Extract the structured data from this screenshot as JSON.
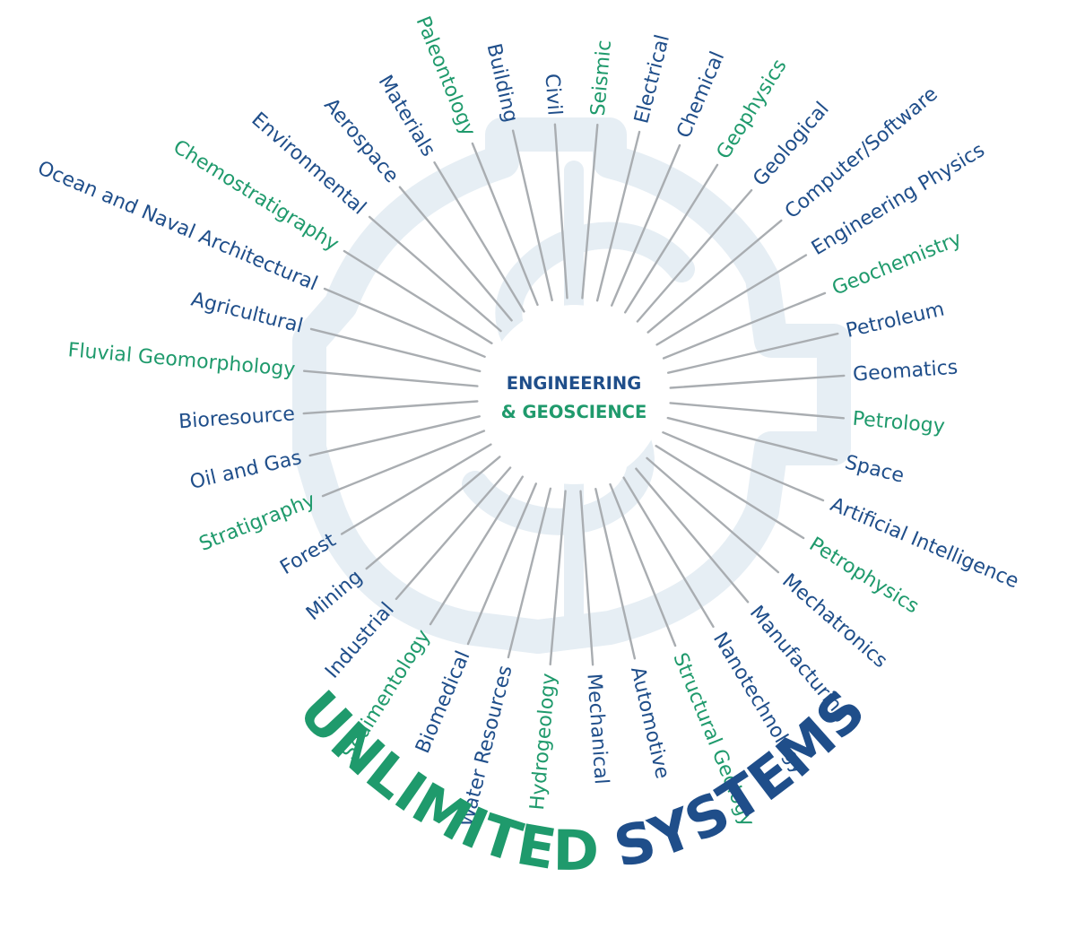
{
  "colors": {
    "engineering": "#1f4e8a",
    "geoscience": "#1f9a6c",
    "watermark": "#e6eef4",
    "spoke": "#a9adb1"
  },
  "center": {
    "line1": "ENGINEERING",
    "line2": "& GEOSCIENCE"
  },
  "title": {
    "word1": "UNLIMITED",
    "word2": "SYSTEMS"
  },
  "disciplines": [
    {
      "label": "Civil",
      "kind": "engineering"
    },
    {
      "label": "Seismic",
      "kind": "geoscience"
    },
    {
      "label": "Electrical",
      "kind": "engineering"
    },
    {
      "label": "Chemical",
      "kind": "engineering"
    },
    {
      "label": "Geophysics",
      "kind": "geoscience"
    },
    {
      "label": "Geological",
      "kind": "engineering"
    },
    {
      "label": "Computer/Software",
      "kind": "engineering"
    },
    {
      "label": "Engineering Physics",
      "kind": "engineering"
    },
    {
      "label": "Geochemistry",
      "kind": "geoscience"
    },
    {
      "label": "Petroleum",
      "kind": "engineering"
    },
    {
      "label": "Geomatics",
      "kind": "engineering"
    },
    {
      "label": "Petrology",
      "kind": "geoscience"
    },
    {
      "label": "Space",
      "kind": "engineering"
    },
    {
      "label": "Artificial Intelligence",
      "kind": "engineering"
    },
    {
      "label": "Petrophysics",
      "kind": "geoscience"
    },
    {
      "label": "Mechatronics",
      "kind": "engineering"
    },
    {
      "label": "Manufacturing",
      "kind": "engineering"
    },
    {
      "label": "Nanotechnology",
      "kind": "engineering"
    },
    {
      "label": "Structural Geology",
      "kind": "geoscience"
    },
    {
      "label": "Automotive",
      "kind": "engineering"
    },
    {
      "label": "Mechanical",
      "kind": "engineering"
    },
    {
      "label": "Hydrogeology",
      "kind": "geoscience"
    },
    {
      "label": "Water Resources",
      "kind": "engineering"
    },
    {
      "label": "Biomedical",
      "kind": "engineering"
    },
    {
      "label": "Sedimentology",
      "kind": "geoscience"
    },
    {
      "label": "Industrial",
      "kind": "engineering"
    },
    {
      "label": "Mining",
      "kind": "engineering"
    },
    {
      "label": "Forest",
      "kind": "engineering"
    },
    {
      "label": "Stratigraphy",
      "kind": "geoscience"
    },
    {
      "label": "Oil and Gas",
      "kind": "engineering"
    },
    {
      "label": "Bioresource",
      "kind": "engineering"
    },
    {
      "label": "Fluvial Geomorphology",
      "kind": "geoscience"
    },
    {
      "label": "Agricultural",
      "kind": "engineering"
    },
    {
      "label": "Ocean and Naval Architectural",
      "kind": "engineering"
    },
    {
      "label": "Chemostratigraphy",
      "kind": "geoscience"
    },
    {
      "label": "Environmental",
      "kind": "engineering"
    },
    {
      "label": "Aerospace",
      "kind": "engineering"
    },
    {
      "label": "Materials",
      "kind": "engineering"
    },
    {
      "label": "Paleontology",
      "kind": "geoscience"
    },
    {
      "label": "Building",
      "kind": "engineering"
    }
  ]
}
